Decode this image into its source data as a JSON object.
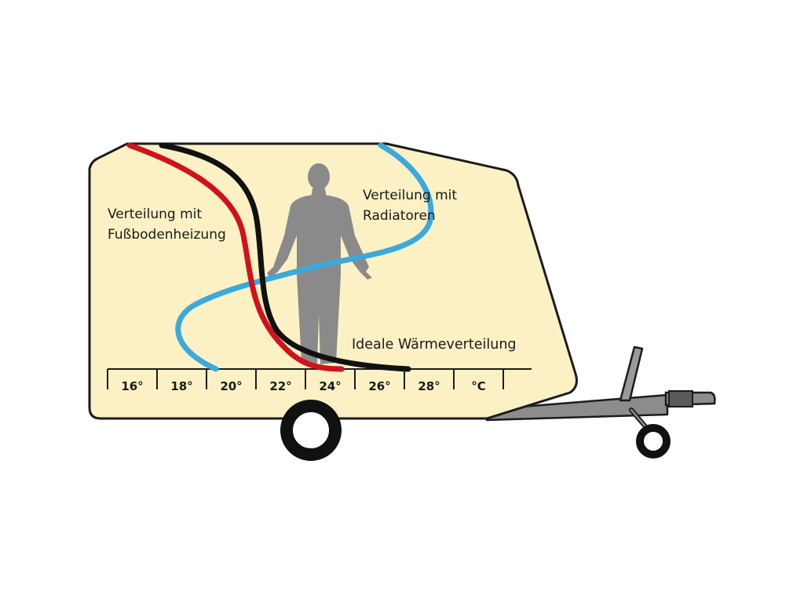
{
  "labels": {
    "floor_heating": [
      "Verteilung mit",
      "Fußbodenheizung"
    ],
    "radiators": [
      "Verteilung mit",
      "Radiatoren"
    ],
    "ideal": "Ideale Wärmeverteilung"
  },
  "scale": {
    "ticks": [
      "16°",
      "18°",
      "20°",
      "22°",
      "24°",
      "26°",
      "28°",
      "°C"
    ]
  },
  "colors": {
    "caravan_fill": "#fbf1c4",
    "outline": "#1c1c1c",
    "floor_heating_curve": "#d0121d",
    "ideal_curve": "#111111",
    "radiator_curve": "#3ba9dc",
    "person": "#8a8a8a",
    "drawbar": "#8c8c8c"
  }
}
